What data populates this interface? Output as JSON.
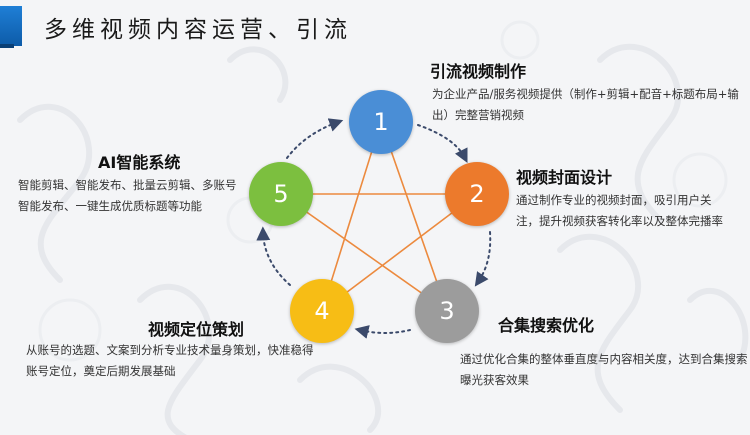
{
  "header": {
    "title": "多维视频内容运营、引流"
  },
  "colors": {
    "accent_blue": "#1f7fd6",
    "node1": "#4a8ed6",
    "node2": "#ec7a2c",
    "node3": "#9c9c9c",
    "node4": "#f7bd15",
    "node5": "#7cbf3f",
    "star_line": "#ec8a3e",
    "cycle_arrow": "#3b4a6b"
  },
  "nodes": [
    {
      "number": "1",
      "title": "引流视频制作",
      "desc": "为企业产品/服务视频提供（制作+剪辑+配音+标题布局+输出）完整营销视频"
    },
    {
      "number": "2",
      "title": "视频封面设计",
      "desc": "通过制作专业的视频封面，吸引用户关注，提升视频获客转化率以及整体完播率"
    },
    {
      "number": "3",
      "title": "合集搜索优化",
      "desc": "通过优化合集的整体垂直度与内容相关度，达到合集搜索曝光获客效果"
    },
    {
      "number": "4",
      "title": "视频定位策划",
      "desc": "从账号的选题、文案到分析专业技术量身策划，快准稳得账号定位，奠定后期发展基础"
    },
    {
      "number": "5",
      "title": "AI智能系统",
      "desc": "智能剪辑、智能发布、批量云剪辑、多账号智能发布、一键生成优质标题等功能"
    }
  ]
}
